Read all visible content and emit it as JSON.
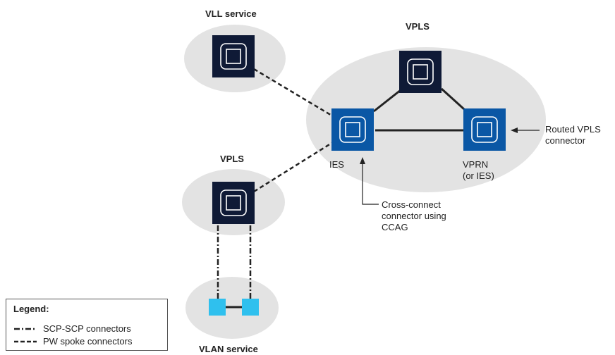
{
  "labels": {
    "vll_service": "VLL service",
    "vpls_top": "VPLS",
    "vpls_left": "VPLS",
    "vlan_service": "VLAN service",
    "ies": "IES",
    "vprn": "VPRN",
    "vprn_sub": "(or IES)",
    "routed_vpls_line1": "Routed VPLS",
    "routed_vpls_line2": "connector",
    "cross_connect_line1": "Cross-connect",
    "cross_connect_line2": "connector using",
    "cross_connect_line3": "CCAG"
  },
  "legend": {
    "title": "Legend:",
    "items": [
      {
        "label": "SCP-SCP connectors",
        "style": "dash-dot"
      },
      {
        "label": "PW spoke connectors",
        "style": "dashed"
      }
    ]
  },
  "colors": {
    "cloud": "#e3e3e3",
    "dark_node": "#0f1a36",
    "blue_node": "#0a57a5",
    "light_node": "#2fc0ee",
    "line": "#222222"
  }
}
